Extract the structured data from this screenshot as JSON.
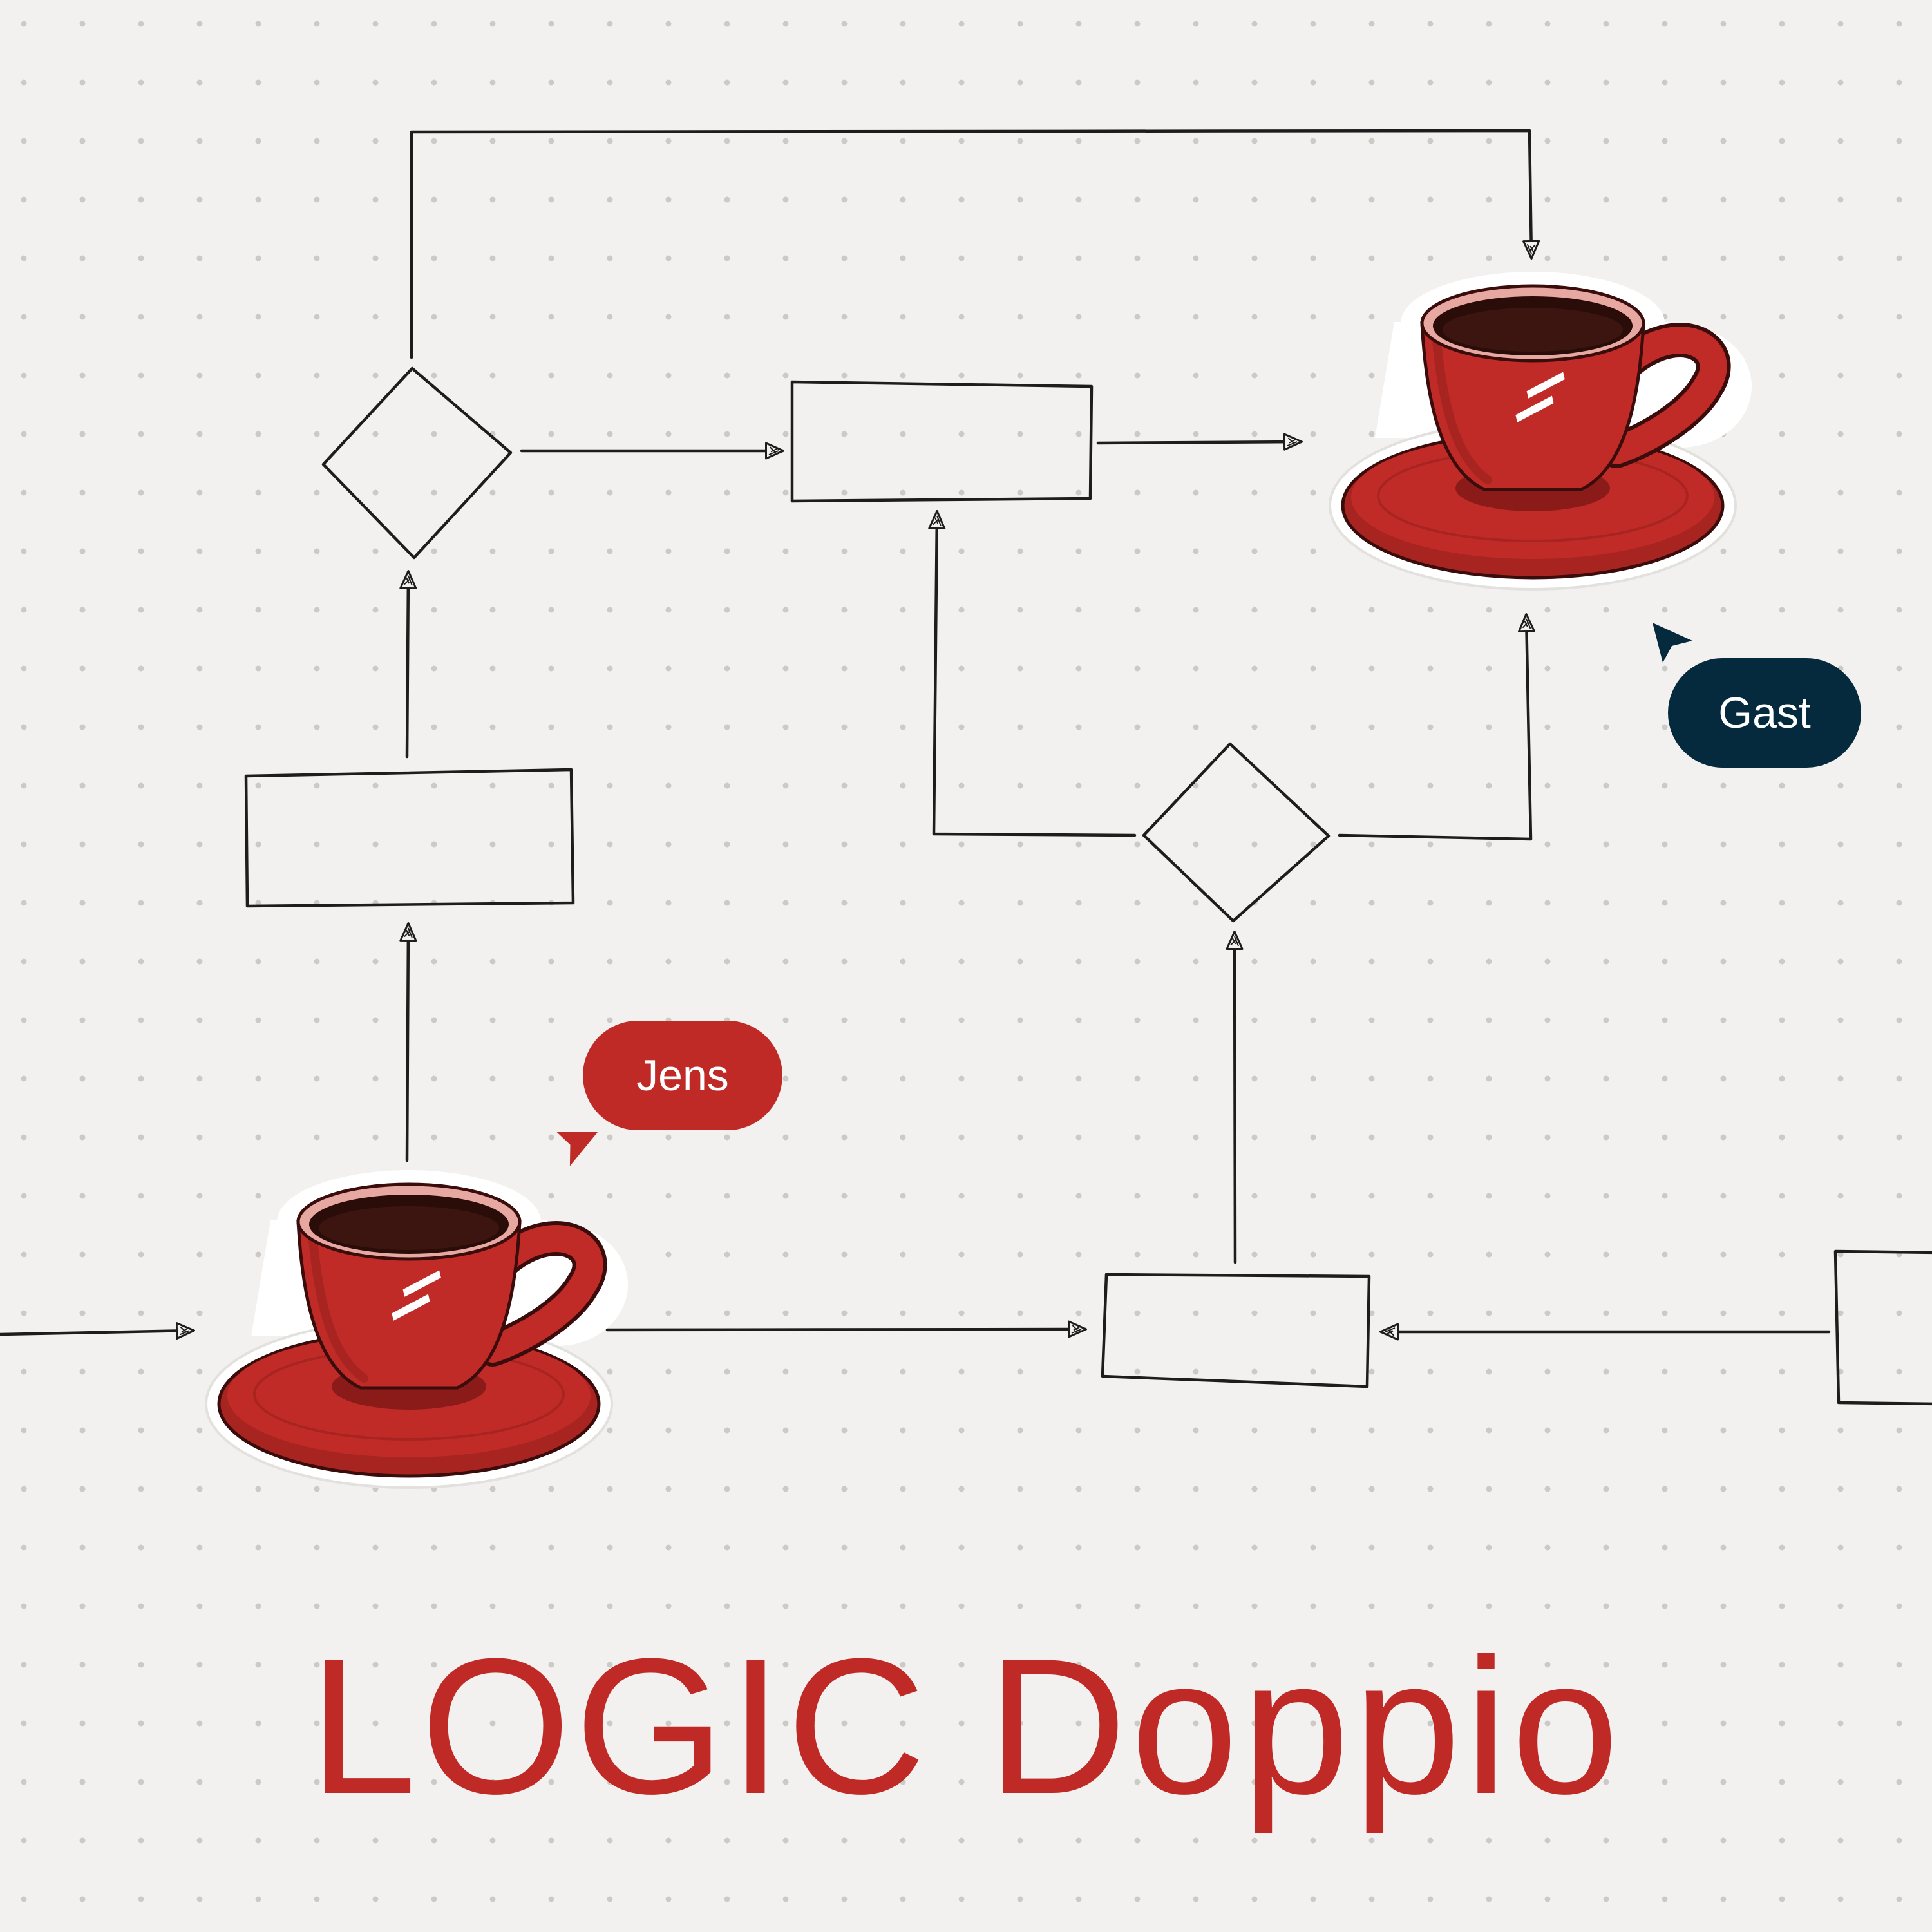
{
  "title": "LOGIC Doppio",
  "collaborators": [
    {
      "name": "Jens",
      "color": "#bf2a26"
    },
    {
      "name": "Gast",
      "color": "#062a3d"
    }
  ],
  "colors": {
    "background": "#f2f1ef",
    "grid_dot": "#cbcac6",
    "stroke": "#1d1d1d",
    "brand_red": "#bf2a26",
    "dark_navy": "#062a3d"
  },
  "icons": [
    "espresso-cup-icon",
    "cursor-arrow-icon",
    "logo-slash-icon"
  ]
}
